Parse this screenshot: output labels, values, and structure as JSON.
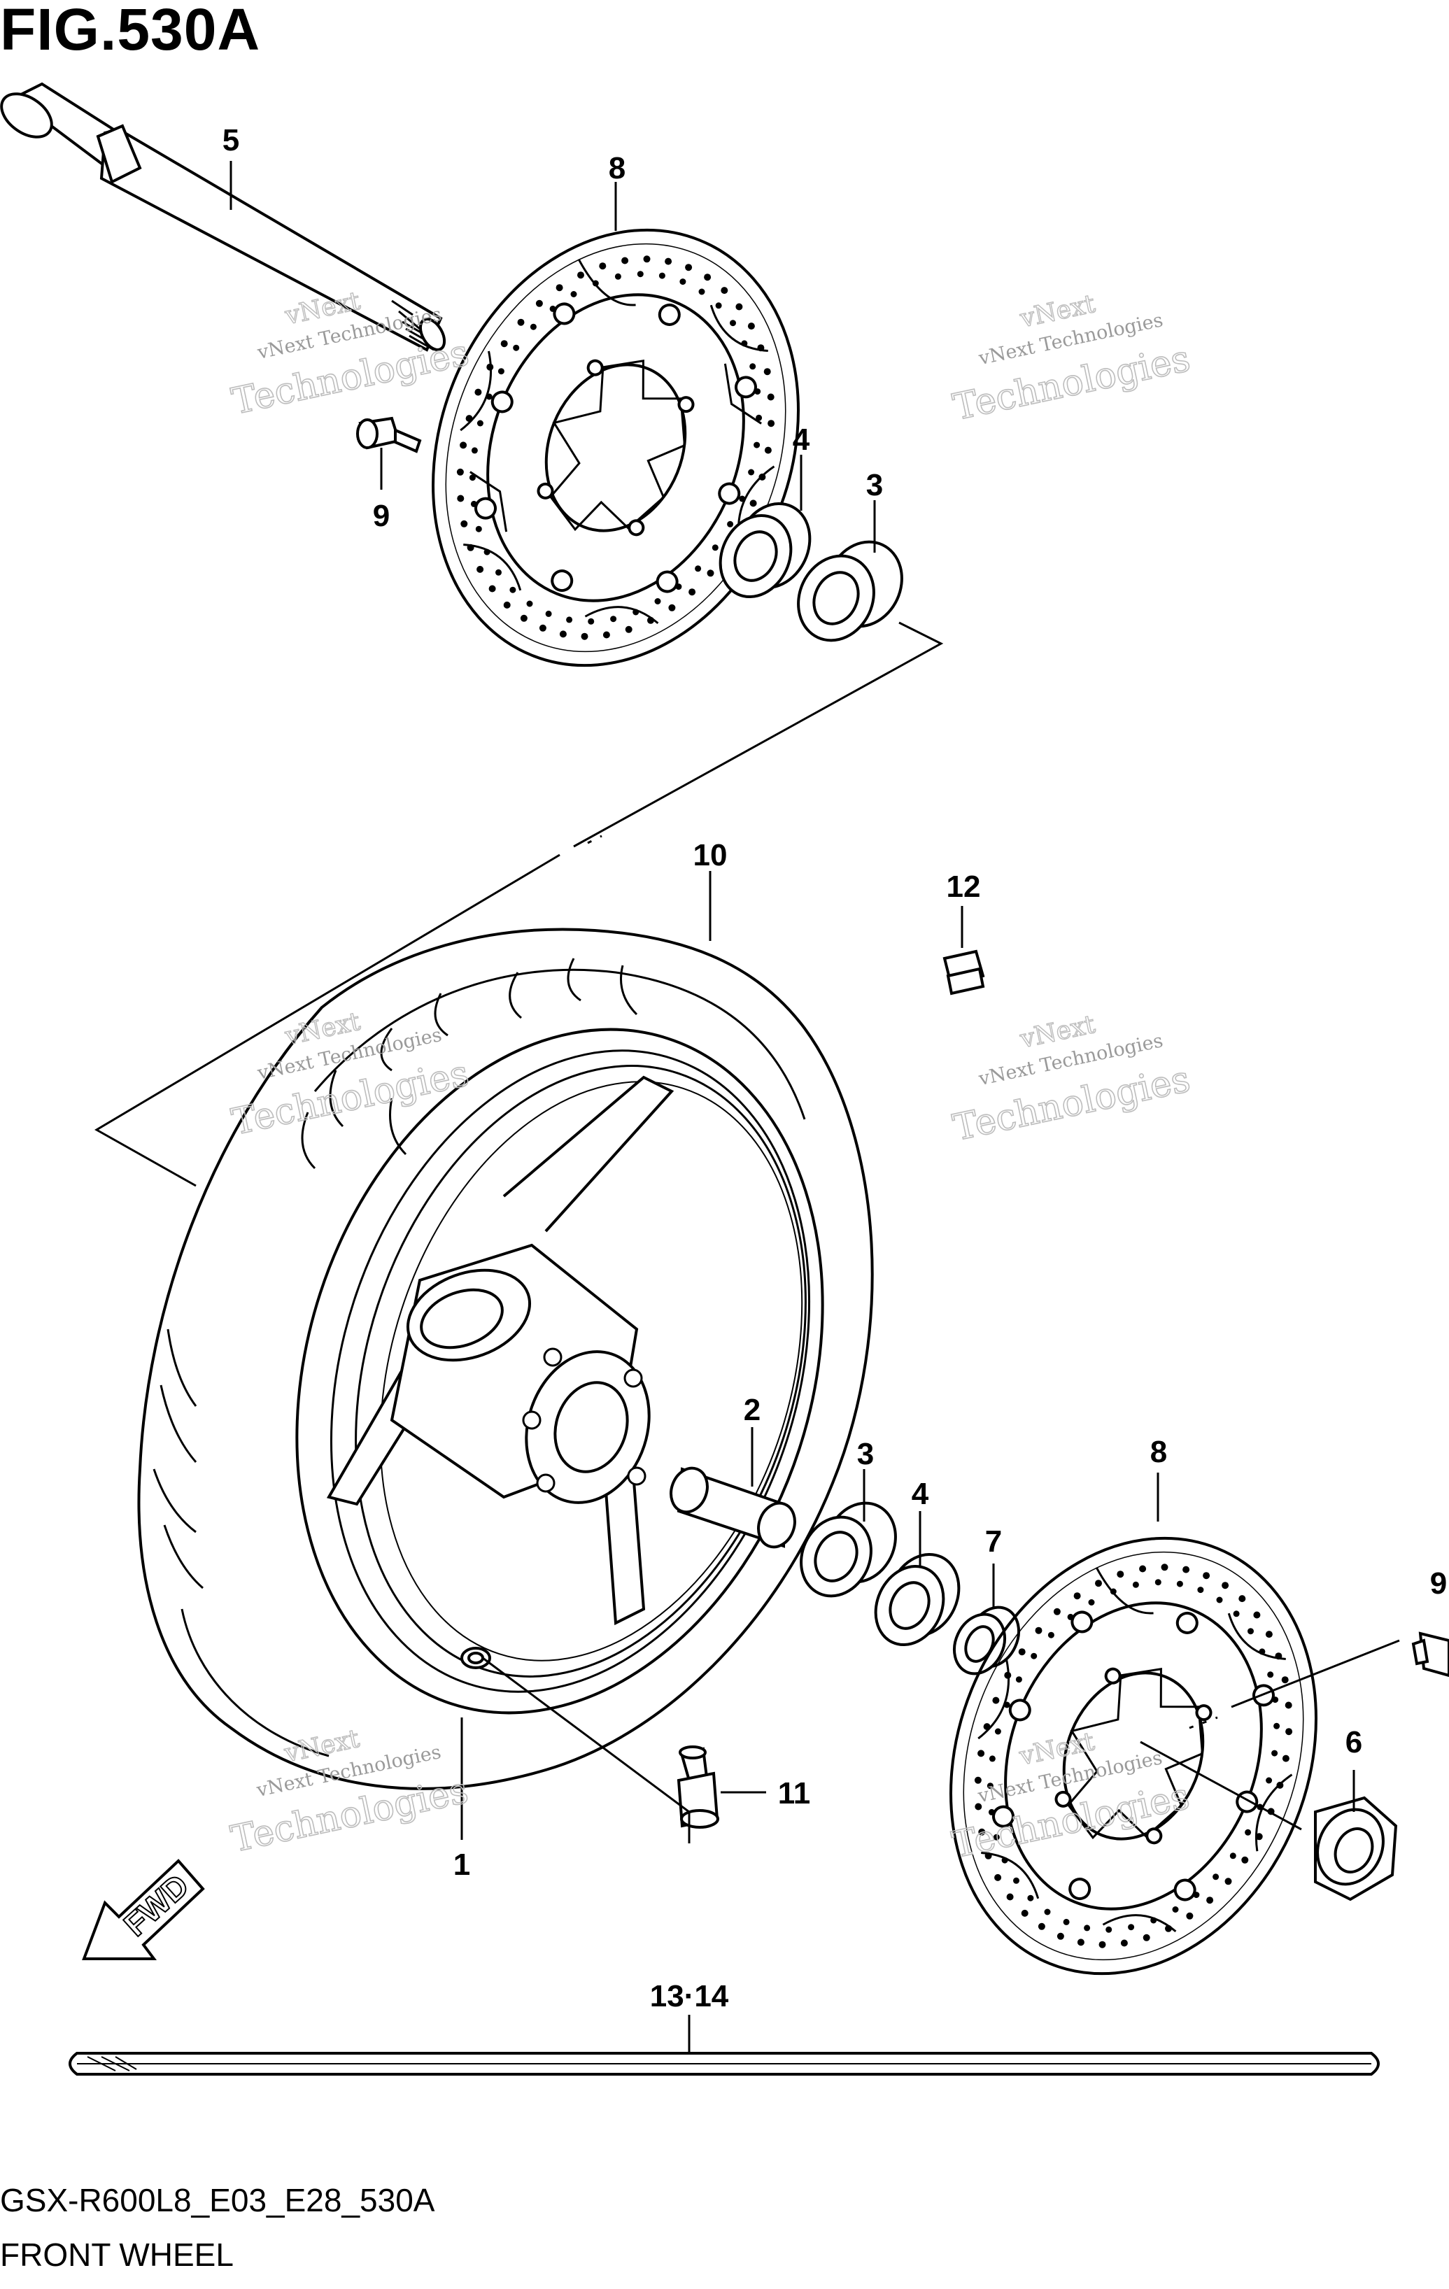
{
  "figure": {
    "title": "FIG.530A",
    "model_code": "GSX-R600L8_E03_E28_530A",
    "section_name": "FRONT WHEEL"
  },
  "direction_badge": "FWD",
  "watermark": {
    "line_small": "vNext Technologies",
    "line_large": "Technologies",
    "line_brand": "vNext"
  },
  "callouts": {
    "c1": "1",
    "c2": "2",
    "c3a": "3",
    "c3b": "3",
    "c4a": "4",
    "c4b": "4",
    "c5": "5",
    "c6": "6",
    "c7": "7",
    "c8a": "8",
    "c8b": "8",
    "c9a": "9",
    "c9b": "9",
    "c10": "10",
    "c11": "11",
    "c12": "12",
    "c13_14": "13·14"
  }
}
